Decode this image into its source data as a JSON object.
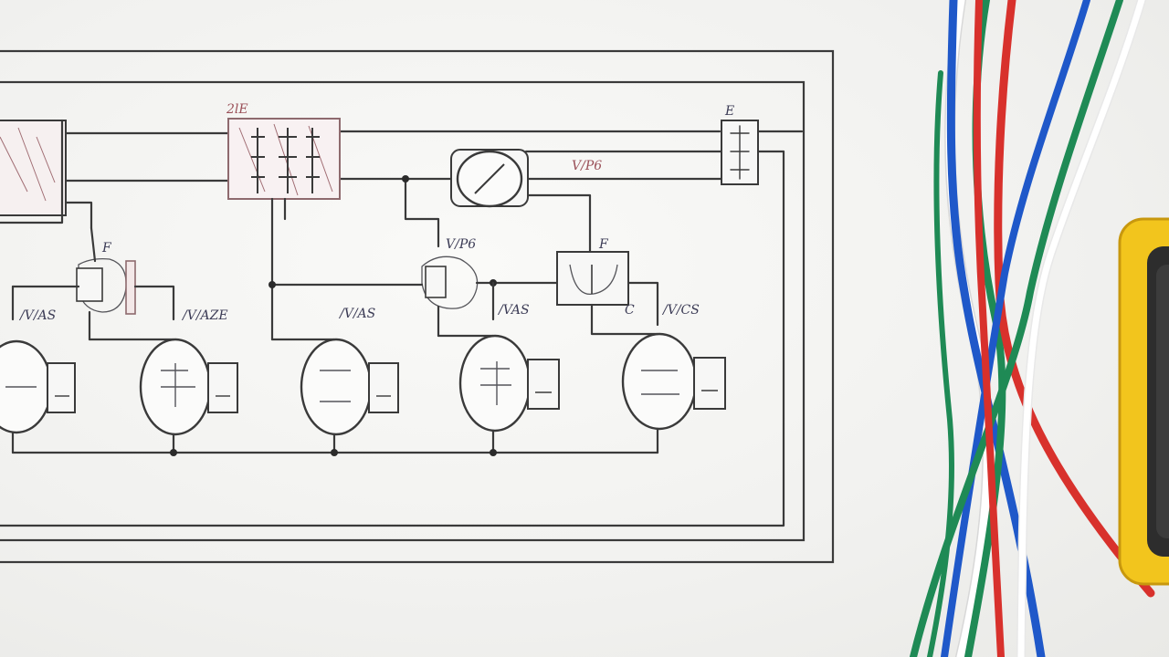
{
  "scene": {
    "description_type": "photo",
    "subject": "hand-drawn circuit schematic on paper with colored wires and multimeter"
  },
  "labels": {
    "top_center": "2lE",
    "top_right": "E",
    "mid_upper": "V/P6",
    "mid_left": "F",
    "mid_center": "V/P6",
    "mid_right": "F",
    "row_1": "/V/AS",
    "row_2": "/V/AZE",
    "row_3": "/V/AS",
    "row_4": "/VAS",
    "row_5": "/V/CS",
    "lone_c": "C"
  },
  "colors": {
    "paper": "#f3f3f1",
    "ink": "#3a3a3a",
    "ink_red": "#9a5058",
    "wire_red": "#d8312c",
    "wire_blue": "#1f58c9",
    "wire_green": "#1f8a55",
    "wire_white": "#f8f8f8",
    "meter_yellow": "#f2c51d"
  },
  "icons": {
    "meter": "multimeter-icon",
    "bundle": "wire-bundle-icon"
  }
}
